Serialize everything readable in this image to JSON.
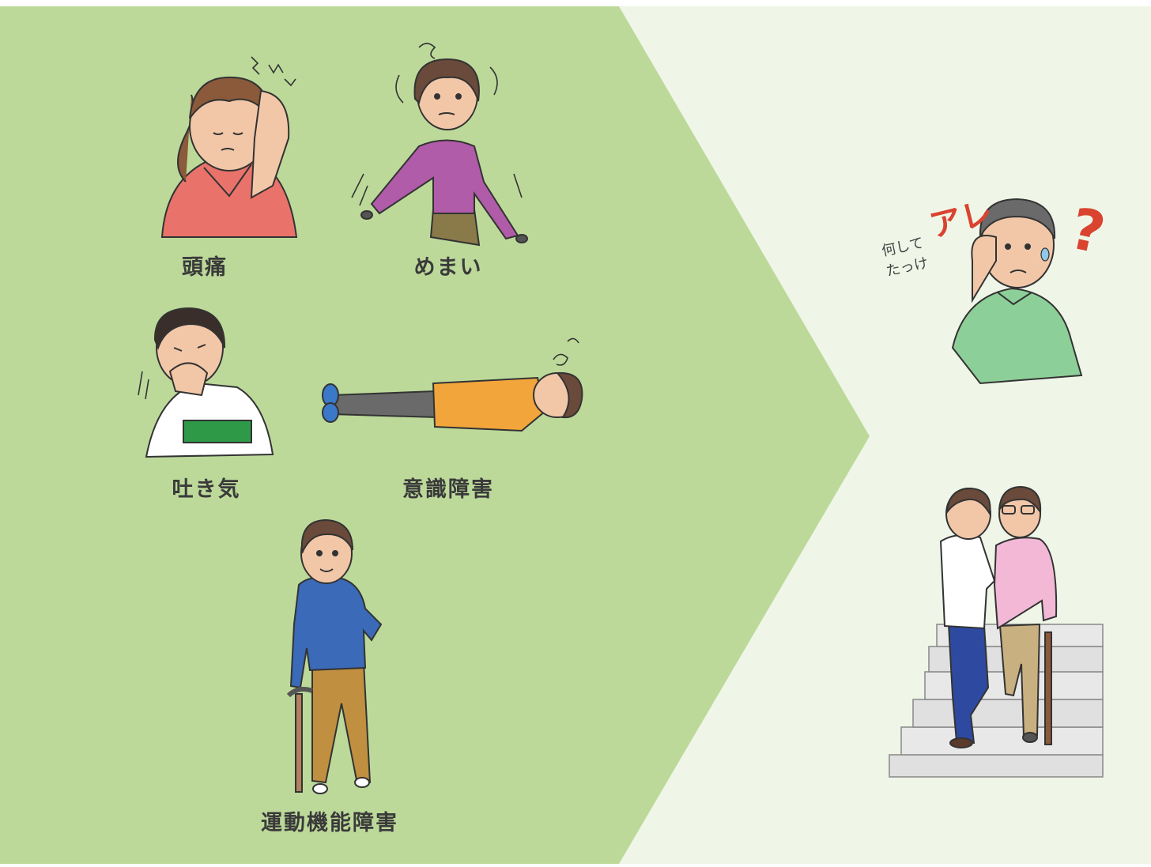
{
  "colors": {
    "panel_green": "#bcd99a",
    "right_background": "#eff6e8"
  },
  "symptoms": [
    {
      "id": "headache",
      "label": "頭痛",
      "icon": "woman-holding-head-illustration"
    },
    {
      "id": "dizziness",
      "label": "めまい",
      "icon": "dizzy-woman-illustration"
    },
    {
      "id": "nausea",
      "label": "吐き気",
      "icon": "man-covering-mouth-illustration"
    },
    {
      "id": "consciousness",
      "label": "意識障害",
      "icon": "man-lying-unconscious-illustration"
    },
    {
      "id": "motor",
      "label": "運動機能障害",
      "icon": "man-with-cane-illustration"
    }
  ],
  "aftereffects": {
    "memory": {
      "thought": "何して\nたっけ",
      "exclaim": "アレ",
      "question": "?",
      "icon": "confused-man-illustration"
    },
    "support": {
      "icon": "assisted-stair-descent-illustration"
    }
  }
}
